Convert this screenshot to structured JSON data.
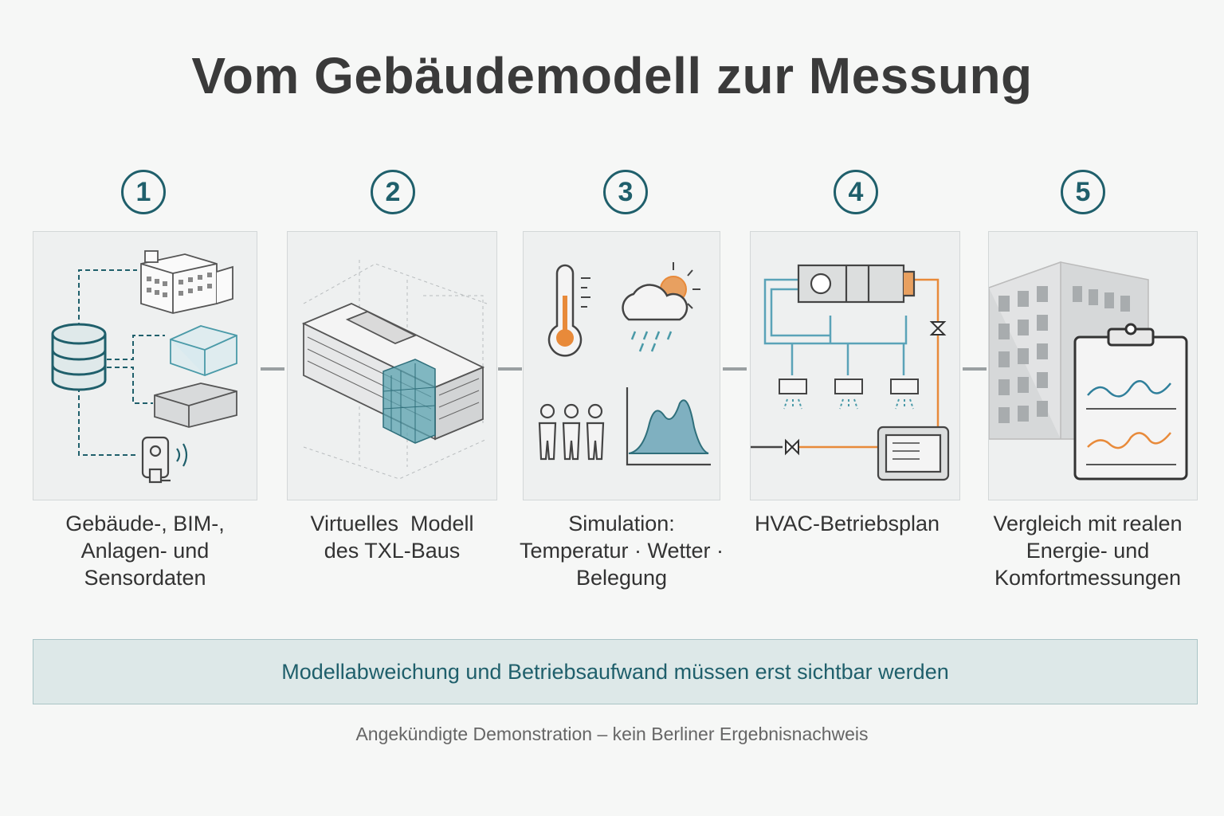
{
  "title": "Vom Gebäudemodell zur Messung",
  "steps": [
    {
      "number": "1",
      "caption": [
        "Gebäude-, BIM-,",
        "Anlagen- und",
        "Sensordaten"
      ],
      "icon": "data-sources-icon"
    },
    {
      "number": "2",
      "caption": [
        "Virtuelles  Modell",
        "des TXL-Baus"
      ],
      "icon": "isometric-building-icon"
    },
    {
      "number": "3",
      "caption": [
        "Simulation:",
        "Temperatur · Wetter ·",
        "Belegung"
      ],
      "icon": "simulation-icons"
    },
    {
      "number": "4",
      "caption": [
        "HVAC-Betriebsplan"
      ],
      "icon": "hvac-schematic-icon"
    },
    {
      "number": "5",
      "caption": [
        "Vergleich mit realen",
        "Energie- und",
        "Komfortmessungen"
      ],
      "icon": "building-clipboard-icon"
    }
  ],
  "banner": "Modellabweichung und Betriebsaufwand müssen erst sichtbar werden",
  "footnote": "Angekündigte Demonstration – kein Berliner Ergebnisnachweis",
  "colors": {
    "accent": "#1f5f6b",
    "teal": "#4a9aa8",
    "orange": "#e88a3a",
    "banner_bg": "#dde8e8"
  }
}
